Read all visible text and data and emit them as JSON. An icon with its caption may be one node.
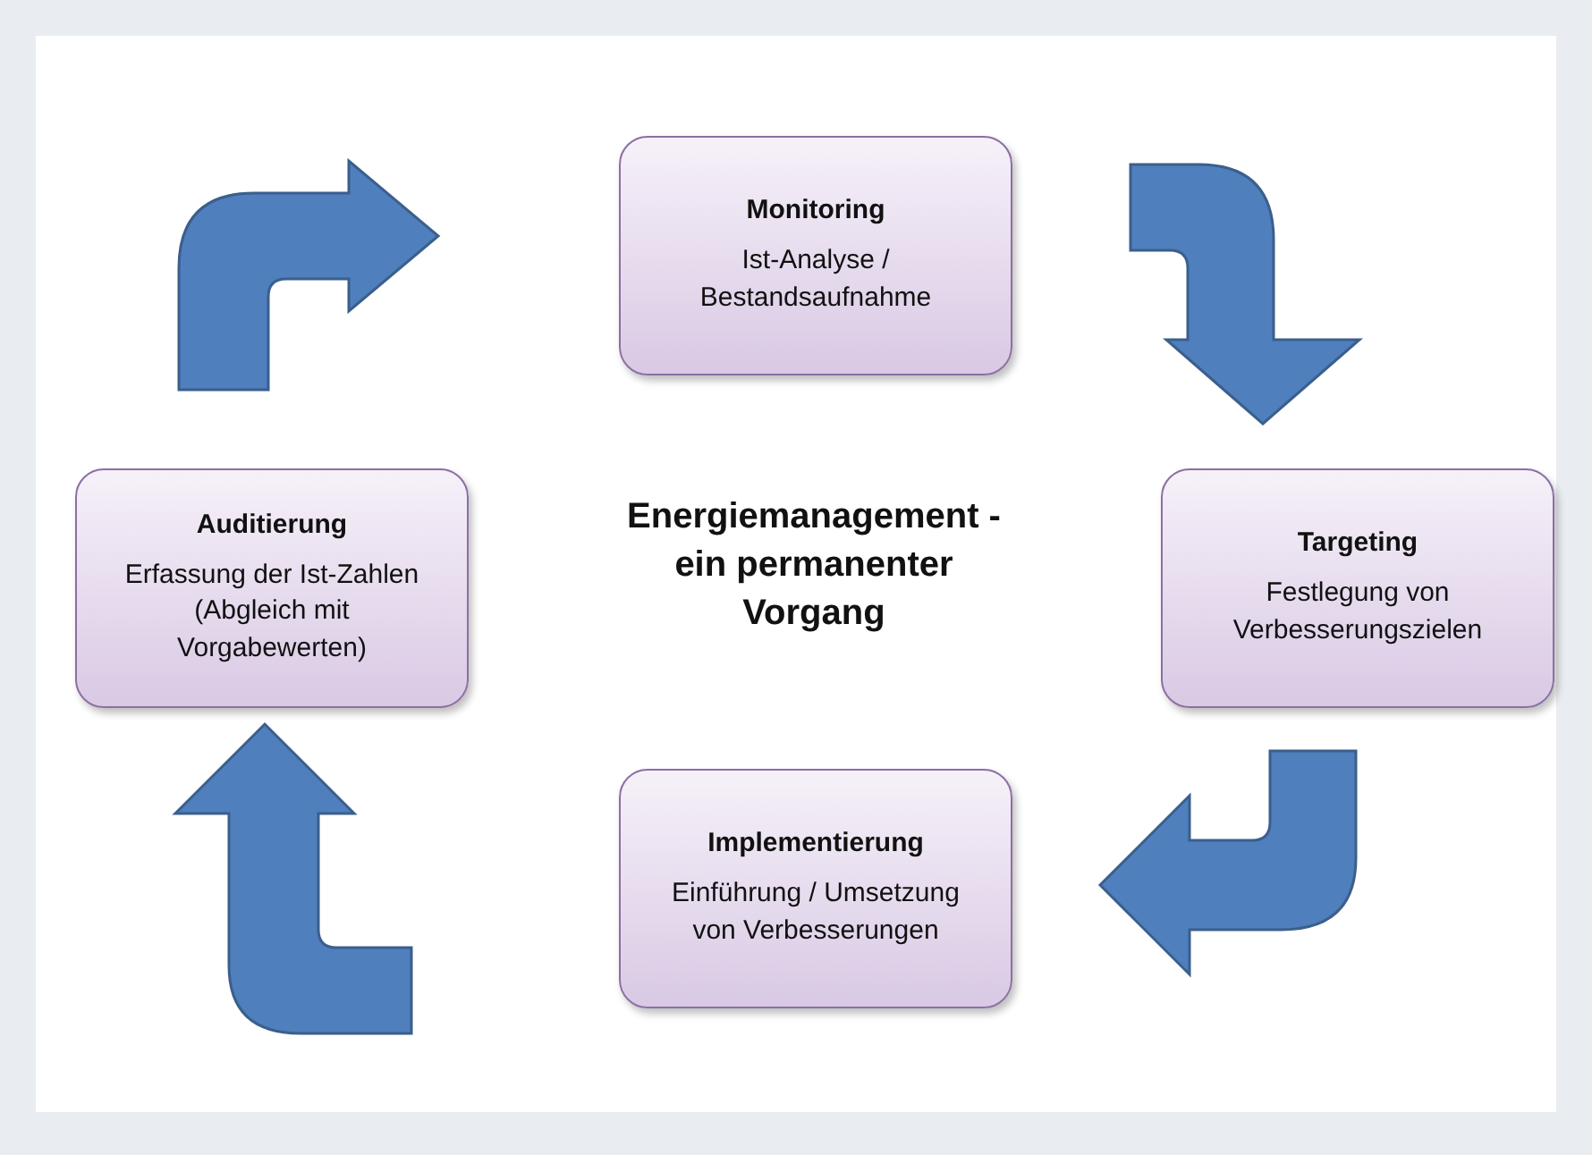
{
  "diagram": {
    "nodes": [
      {
        "text": [
          "Monitoring",
          "Ist-Analyse / Bestandsaufnahme"
        ]
      },
      {
        "text": [
          "Targeting",
          "Festlegung von Verbesserungszielen"
        ]
      },
      {
        "text": [
          "Implementierung",
          "Einführung / Umsetzung von Verbesserungen"
        ]
      },
      {
        "text": [
          "Auditierung",
          "Erfassung der Ist-Zahlen (Abgleich mit Vorgabewerten)"
        ]
      }
    ],
    "edges": [
      {
        "from": 0,
        "to": 1,
        "arrow": "to"
      },
      {
        "from": 1,
        "to": 2,
        "arrow": "to"
      },
      {
        "from": 2,
        "to": 3,
        "arrow": "to"
      },
      {
        "from": 3,
        "to": 0,
        "arrow": "to"
      }
    ],
    "labels": [
      "Energiemanagement - ein permanenter Vorgang"
    ]
  }
}
